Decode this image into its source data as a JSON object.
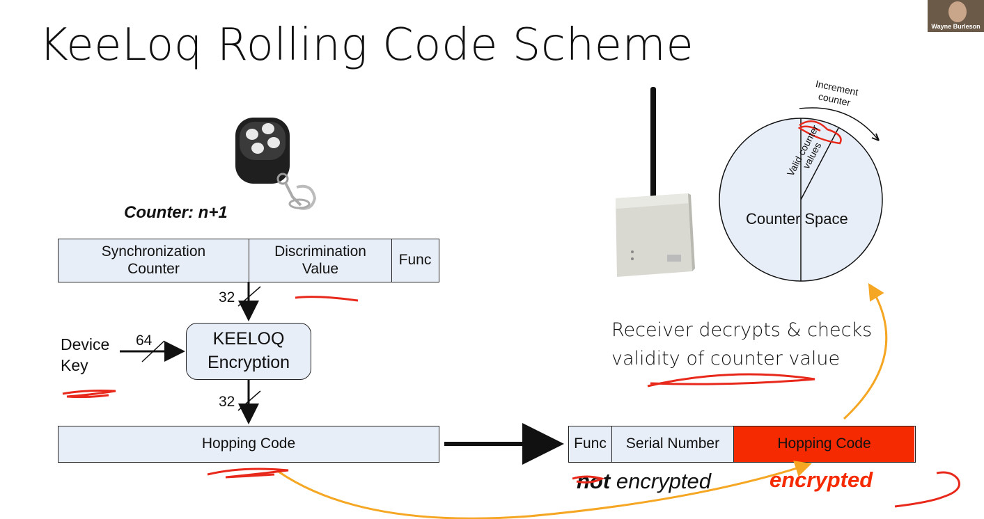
{
  "title": "KeeLoq Rolling Code Scheme",
  "presenter": {
    "name": "Wayne Burleson"
  },
  "transmitter": {
    "counter_label": "Counter: n+1",
    "fields": {
      "sync_counter": "Synchronization Counter",
      "discrimination": "Discrimination Value",
      "func": "Func"
    },
    "bits_top": "32",
    "bits_key": "64",
    "bits_bottom": "32",
    "device_key": "Device Key",
    "encryption": "KEELOQ Encryption",
    "hopping_code": "Hopping Code"
  },
  "receiver": {
    "counter_space": "Counter Space",
    "valid_values": "Valid counter values",
    "increment": "Increment counter",
    "caption": "Receiver decrypts & checks validity of counter value"
  },
  "packet": {
    "func": "Func",
    "serial": "Serial Number",
    "hopping": "Hopping Code",
    "not_label": "not",
    "not_encrypted": "encrypted",
    "encrypted": "encrypted"
  },
  "colors": {
    "accent_red": "#f52a00",
    "annotation_orange": "#f5a623",
    "box_fill": "#e8eef8",
    "ink_red": "#e8281a"
  },
  "icons": [
    "key-fob-image",
    "receiver-device-image",
    "antenna-icon"
  ]
}
